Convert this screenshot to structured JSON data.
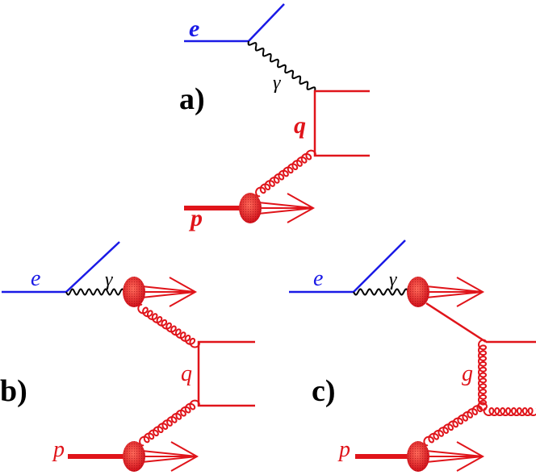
{
  "colors": {
    "electron": "#1a1ae6",
    "hadron": "#e0141a",
    "photon": "#000000",
    "panel_label": "#000000"
  },
  "diagram_a": {
    "panel_label": "a)",
    "electron_label": "e",
    "photon_label": "γ",
    "quark_label": "q",
    "proton_label": "p"
  },
  "diagram_b": {
    "panel_label": "b)",
    "electron_label": "e",
    "photon_label": "γ",
    "quark_label": "q",
    "proton_label": "p"
  },
  "diagram_c": {
    "panel_label": "c)",
    "electron_label": "e",
    "photon_label": "γ",
    "gluon_label": "g",
    "proton_label": "p"
  }
}
